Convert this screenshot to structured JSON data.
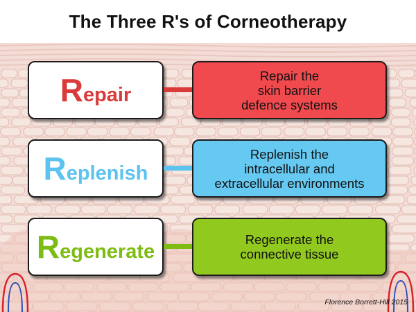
{
  "title": "The Three R's of Corneotherapy",
  "rows": [
    {
      "initial": "R",
      "rest": "epair",
      "color": "#d93b3b",
      "box_color": "#f04a4f",
      "desc_lines": [
        "Repair the",
        "skin barrier",
        "defence systems"
      ]
    },
    {
      "initial": "R",
      "rest": "eplenish",
      "color": "#5cc3ee",
      "box_color": "#66c9f2",
      "desc_lines": [
        "Replenish the",
        "intracellular and",
        "extracellular environments"
      ]
    },
    {
      "initial": "R",
      "rest": "egenerate",
      "color": "#7dbc12",
      "box_color": "#92c91e",
      "desc_lines": [
        "Regenerate the",
        "connective tissue"
      ]
    }
  ],
  "credit": "Florence Borrett-Hill  2015"
}
